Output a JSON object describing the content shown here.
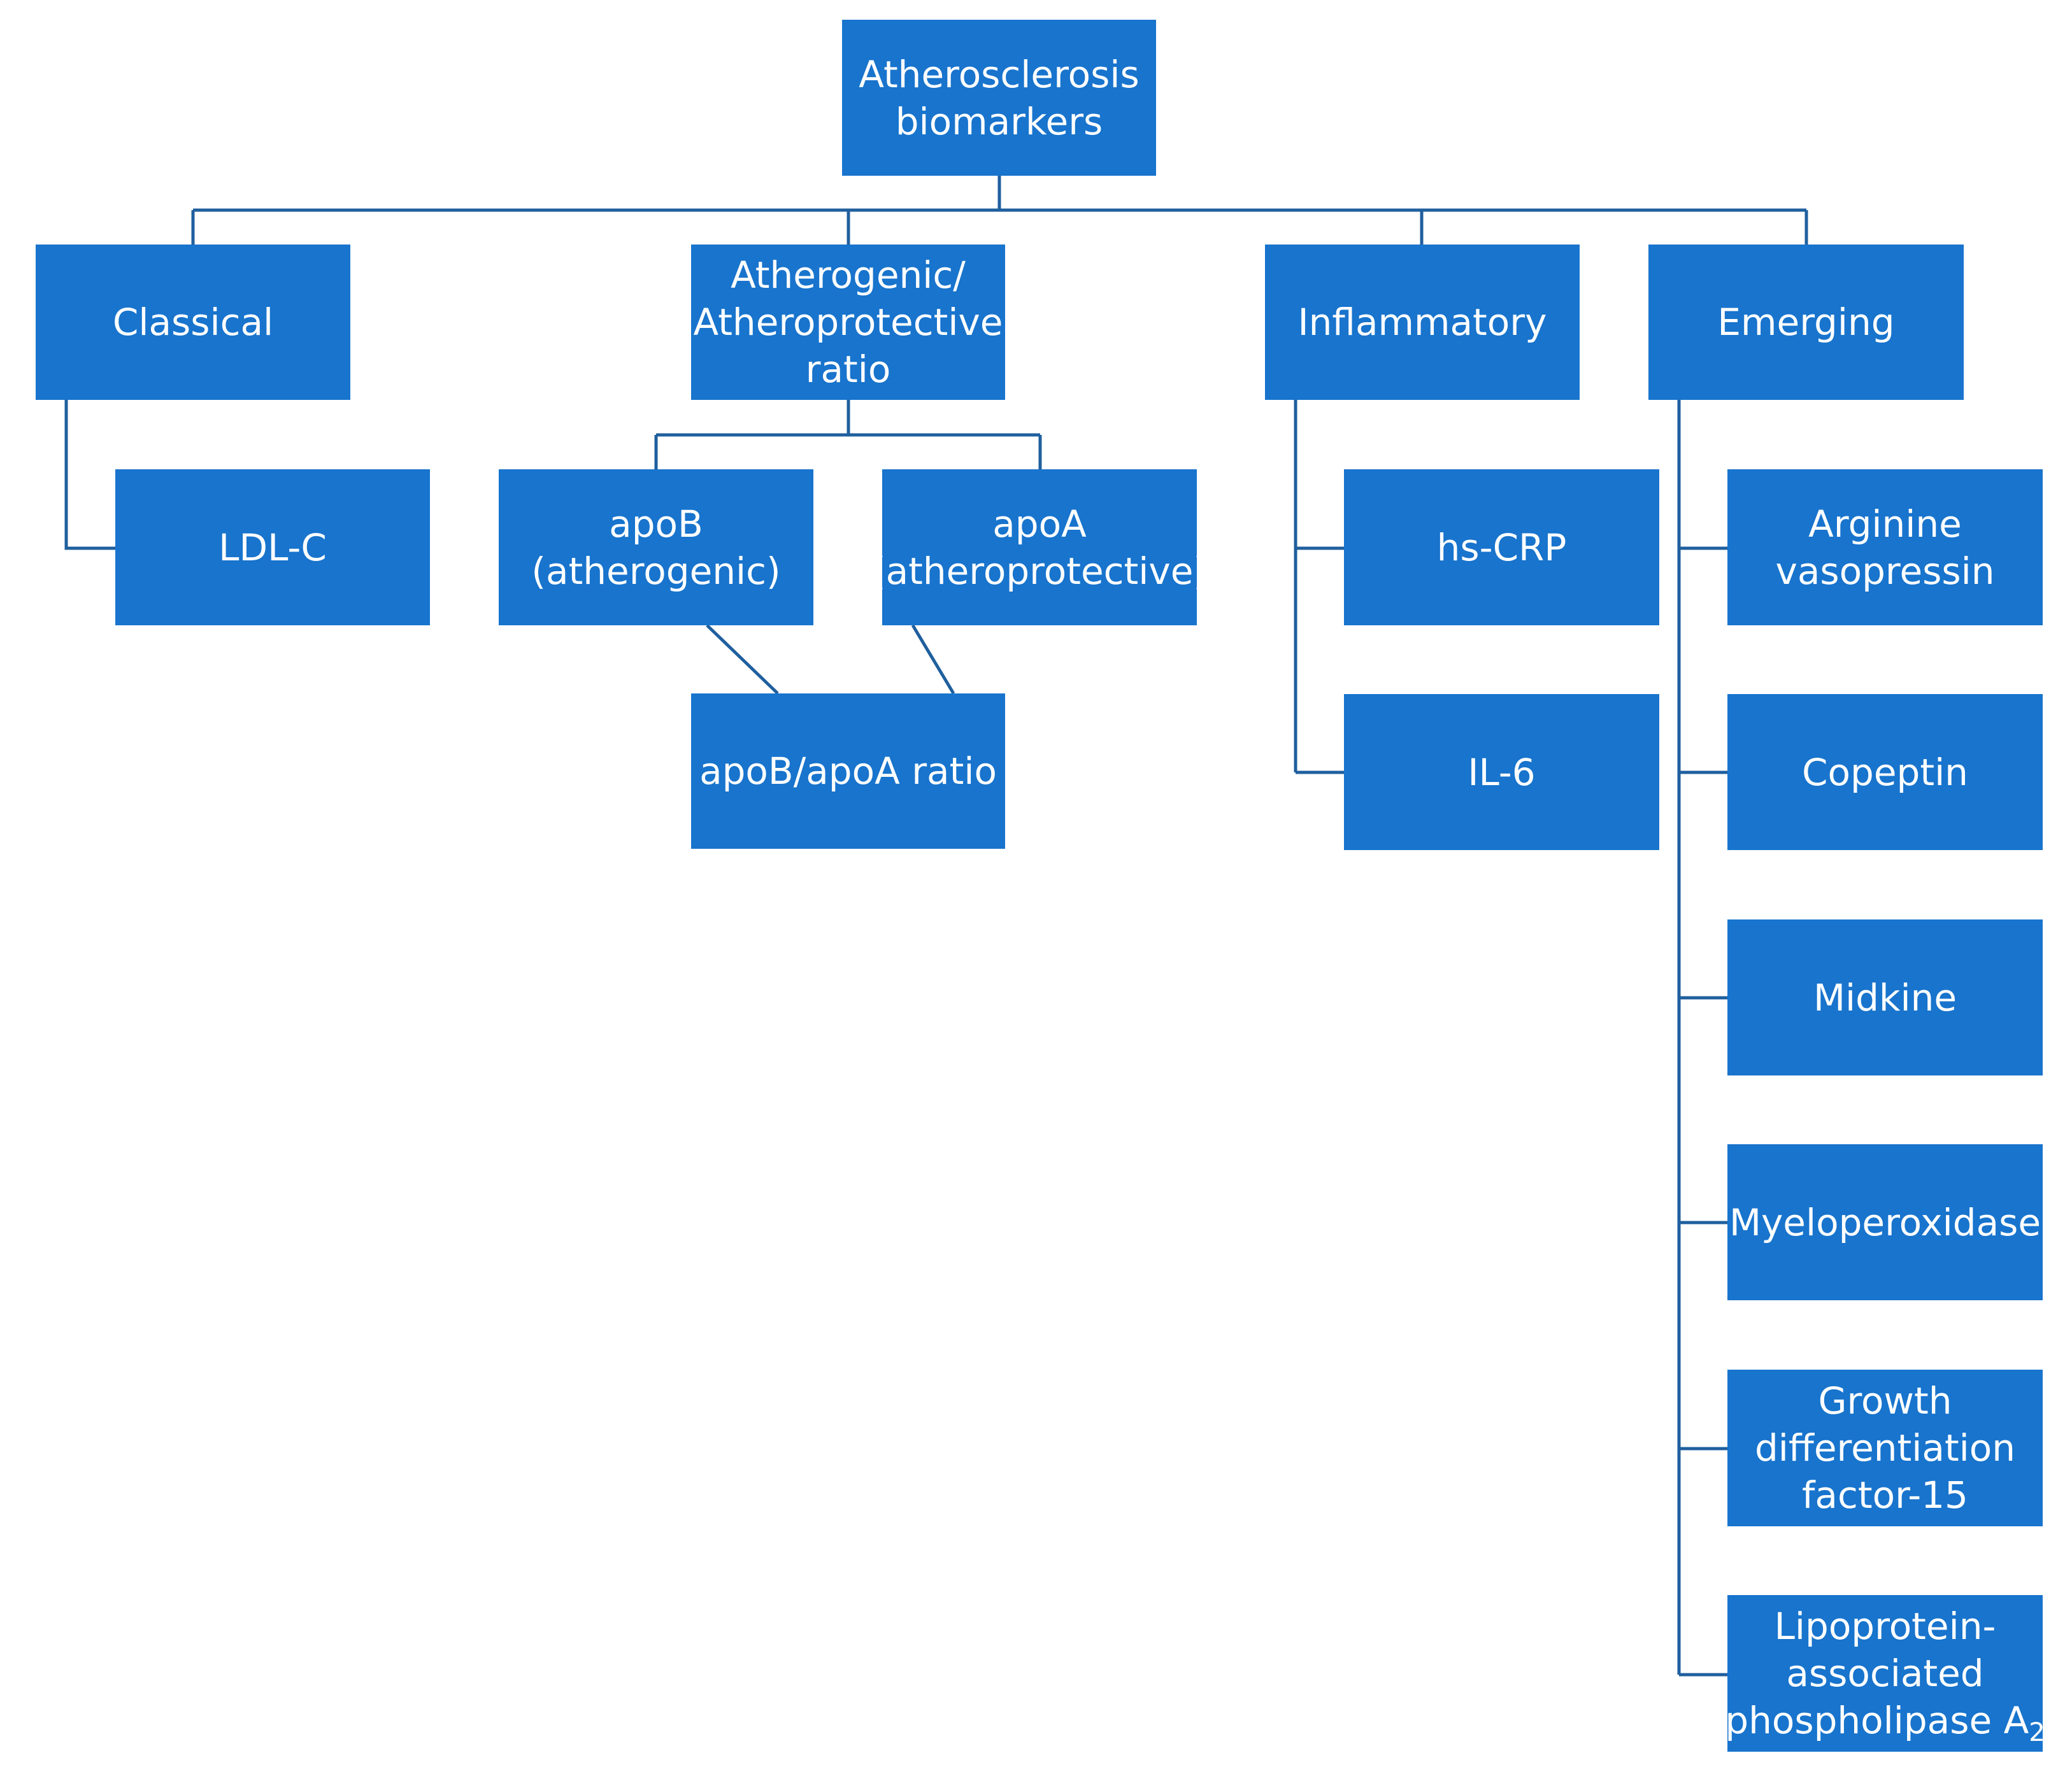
{
  "colors": {
    "node_fill": "#1874CD",
    "connector": "#1F5F9E",
    "text": "#FFFFFF"
  },
  "nodes": {
    "root": {
      "lines": [
        "Atherosclerosis",
        "biomarkers"
      ]
    },
    "classical": {
      "lines": [
        "Classical"
      ]
    },
    "ratio": {
      "lines": [
        "Atherogenic/",
        "Atheroprotective",
        "ratio"
      ]
    },
    "inflammatory": {
      "lines": [
        "Inflammatory"
      ]
    },
    "emerging": {
      "lines": [
        "Emerging"
      ]
    },
    "ldlc": {
      "lines": [
        "LDL-C"
      ]
    },
    "apob": {
      "lines": [
        "apoB",
        "(atherogenic)"
      ]
    },
    "apoa": {
      "lines": [
        "apoA",
        "(atheroprotective)"
      ]
    },
    "apob_apoa": {
      "lines": [
        "apoB/apoA ratio"
      ]
    },
    "hscrp": {
      "lines": [
        "hs-CRP"
      ]
    },
    "il6": {
      "lines": [
        "IL-6"
      ]
    },
    "avp": {
      "lines": [
        "Arginine",
        "vasopressin"
      ]
    },
    "copeptin": {
      "lines": [
        "Copeptin"
      ]
    },
    "midkine": {
      "lines": [
        "Midkine"
      ]
    },
    "mpo": {
      "lines": [
        "Myeloperoxidase"
      ]
    },
    "gdf15": {
      "lines": [
        "Growth",
        "differentiation",
        "factor-15"
      ]
    },
    "lppla2": {
      "lines": [
        "Lipoprotein-",
        "associated",
        "phospholipase A"
      ],
      "subscript": "2"
    }
  }
}
